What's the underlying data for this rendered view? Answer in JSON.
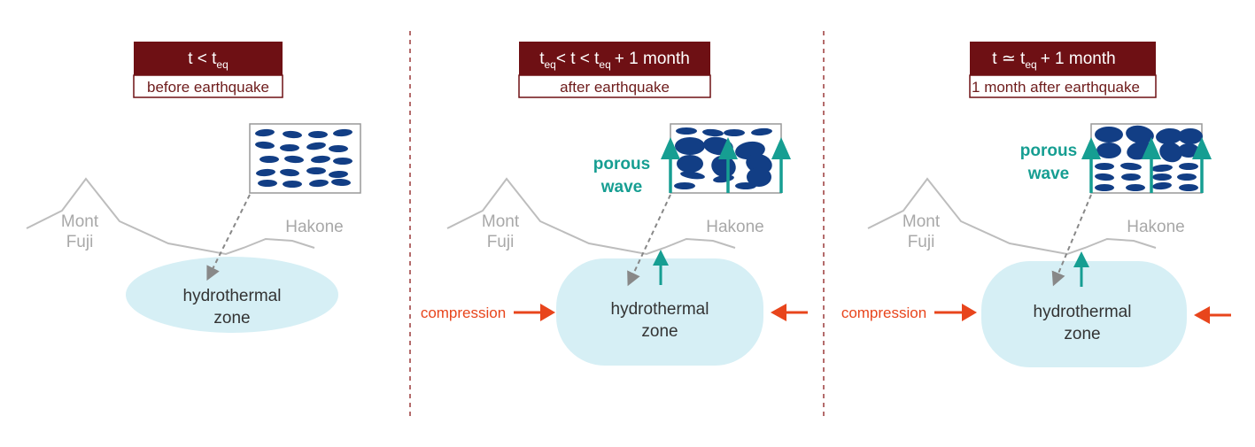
{
  "colors": {
    "header": "#6e1014",
    "divider": "#9b3a3a",
    "zone": "#d6eff5",
    "grain": "#123e85",
    "teal": "#169e92",
    "compression": "#e8451c",
    "terrain": "#bdbdbd"
  },
  "panels": [
    {
      "header_main": "t < t",
      "header_sub": "eq",
      "header_rest": "",
      "caption": "before earthquake",
      "mount_1": "Mont",
      "mount_2": "Fuji",
      "hakone": "Hakone",
      "zone_1": "hydrothermal",
      "zone_2": "zone"
    },
    {
      "header_pre": "t",
      "header_sub": "eq",
      "header_mid": "< t < t",
      "header_sub2": "eq",
      "header_rest": "+ 1 month",
      "caption": "after earthquake",
      "mount_1": "Mont",
      "mount_2": "Fuji",
      "hakone": "Hakone",
      "zone_1": "hydrothermal",
      "zone_2": "zone",
      "porous_1": "porous",
      "porous_2": "wave",
      "compression": "compression"
    },
    {
      "header_main": "t ≃ t",
      "header_sub": "eq",
      "header_rest": "+ 1 month",
      "caption": "1 month after earthquake",
      "mount_1": "Mont",
      "mount_2": "Fuji",
      "hakone": "Hakone",
      "zone_1": "hydrothermal",
      "zone_2": "zone",
      "porous_1": "porous",
      "porous_2": "wave",
      "compression": "compression"
    }
  ]
}
